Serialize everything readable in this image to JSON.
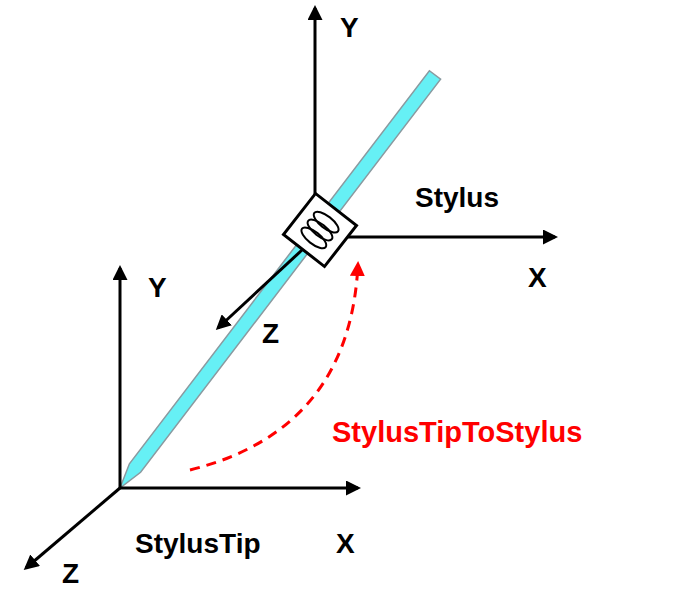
{
  "diagram": {
    "labels": [
      "Y",
      "Stylus",
      "X",
      "Y",
      "Z",
      "StylusTipToStylus",
      "StylusTip",
      "X",
      "Z"
    ]
  }
}
